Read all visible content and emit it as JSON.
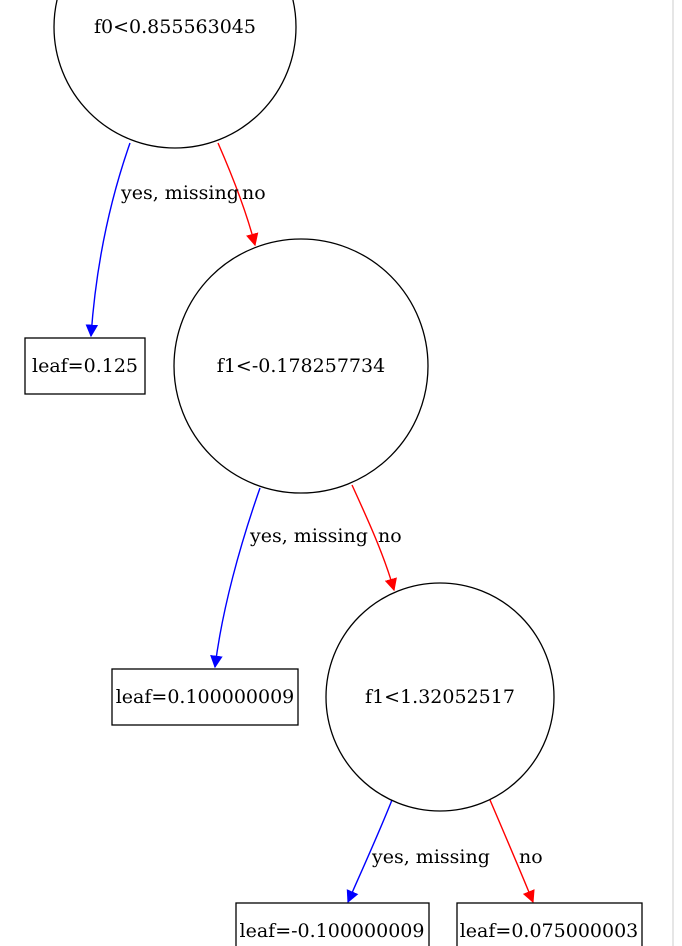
{
  "colors": {
    "yes_edge": "#0000ff",
    "no_edge": "#ff0000",
    "stroke": "#000000",
    "background": "#ffffff"
  },
  "nodes": {
    "root": "f0<0.855563045",
    "split1": "f1<-0.178257734",
    "split2": "f1<1.32052517"
  },
  "leaves": {
    "l0": "leaf=0.125",
    "l1": "leaf=0.100000009",
    "l2": "leaf=-0.100000009",
    "l3": "leaf=0.075000003"
  },
  "edges": {
    "yes_label": "yes, missing",
    "no_label": "no"
  }
}
